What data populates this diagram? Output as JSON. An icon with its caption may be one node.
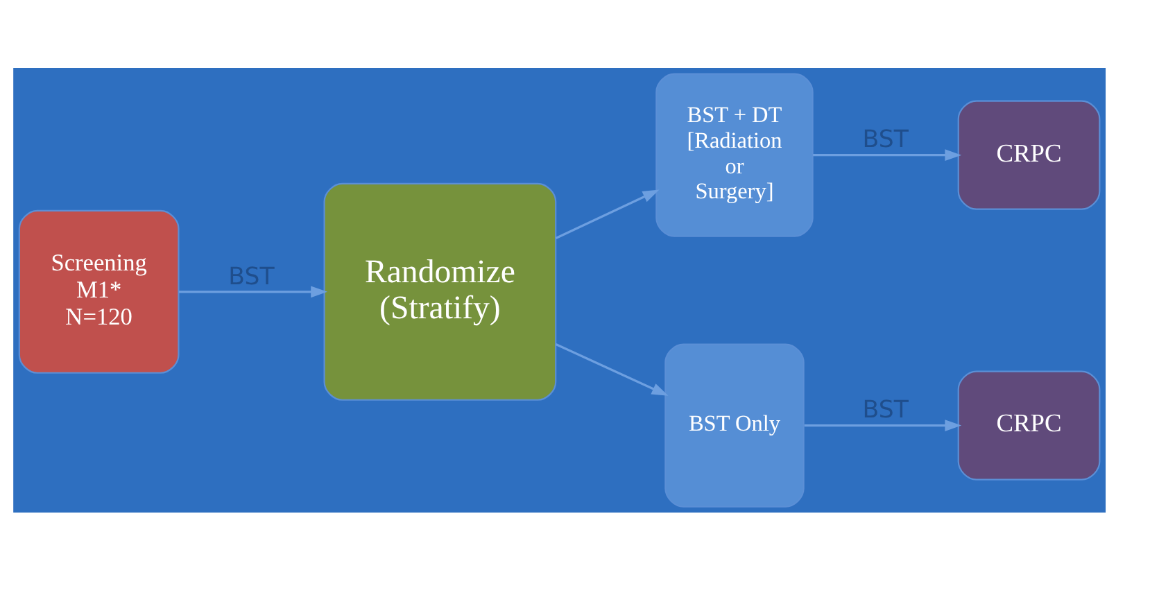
{
  "diagram": {
    "nodes": [
      {
        "text": [
          "Screening M1* N=120"
        ]
      },
      {
        "text": [
          "Randomize (Stratify)"
        ]
      },
      {
        "text": [
          "BST + DT [Radiation or Surgery]"
        ]
      },
      {
        "text": [
          "BST Only"
        ]
      },
      {
        "text": [
          "CRPC"
        ]
      },
      {
        "text": [
          "CRPC"
        ]
      }
    ],
    "edges": [
      {
        "from": 0,
        "to": 1,
        "arrow": "to",
        "label": "BST"
      },
      {
        "from": 1,
        "to": 2,
        "arrow": "to"
      },
      {
        "from": 1,
        "to": 3,
        "arrow": "to"
      },
      {
        "from": 2,
        "to": 4,
        "arrow": "to",
        "label": "BST"
      },
      {
        "from": 3,
        "to": 5,
        "arrow": "to",
        "label": "BST"
      }
    ]
  }
}
